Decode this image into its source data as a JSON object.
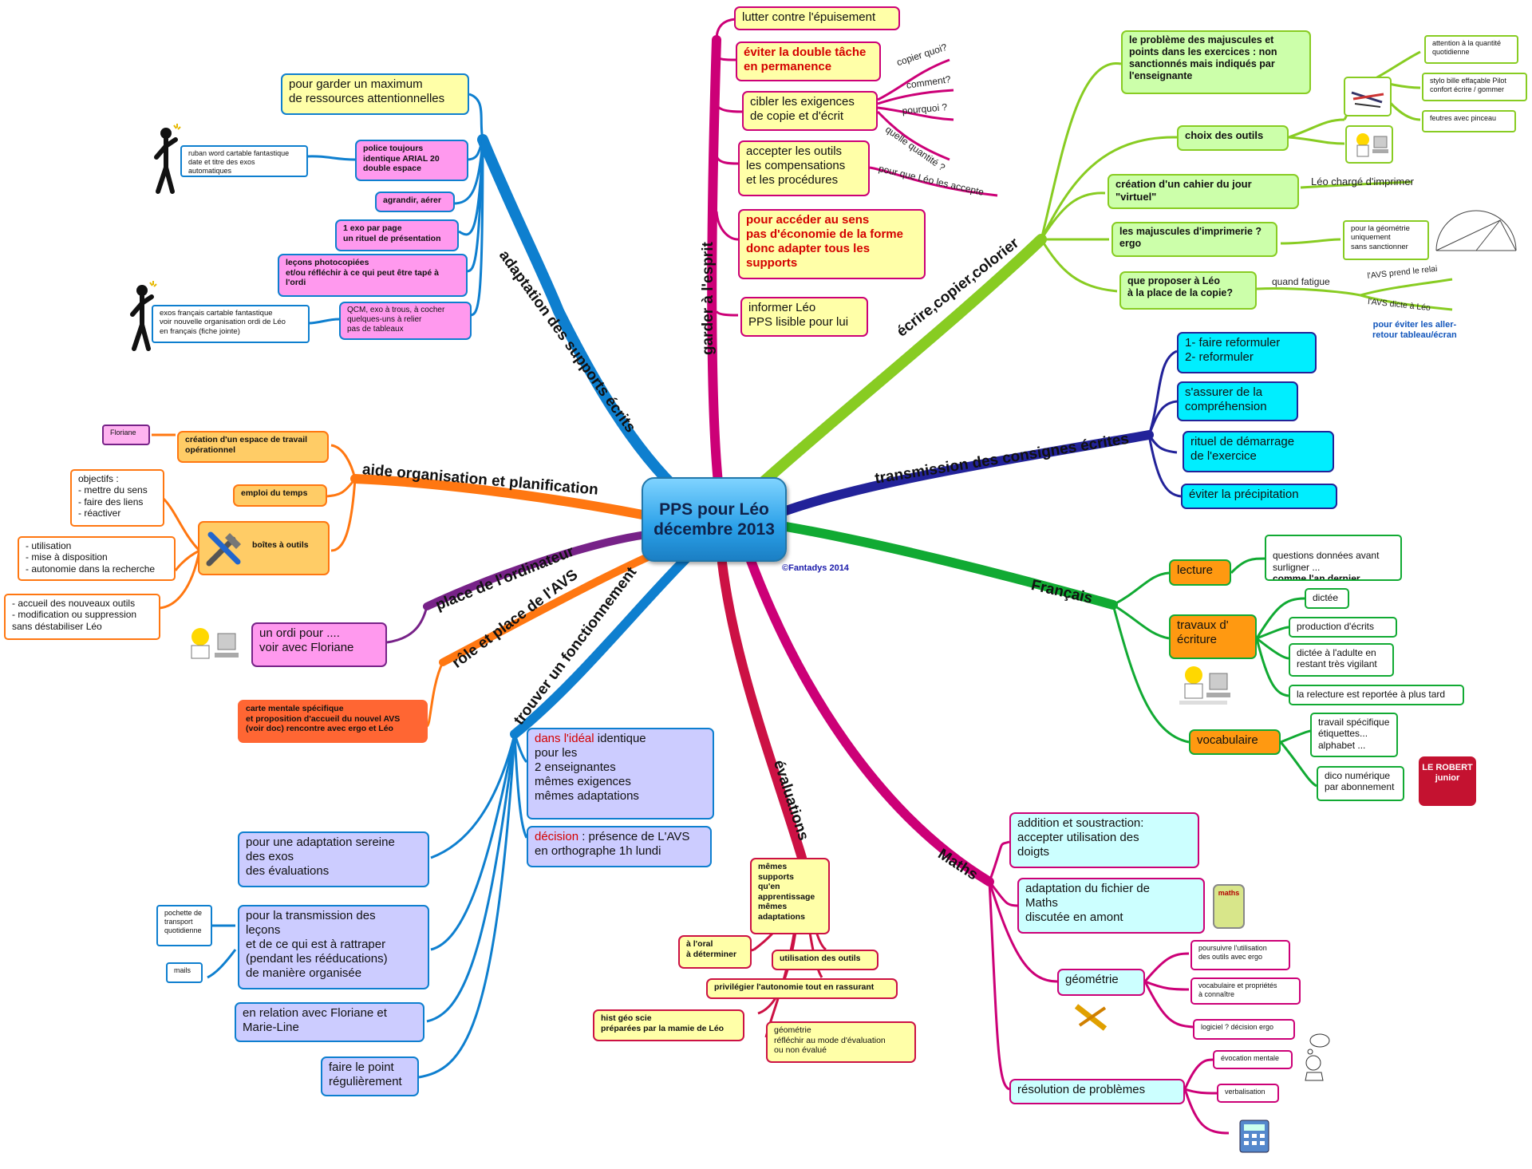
{
  "center": {
    "title": "PPS pour Léo\ndécembre 2013"
  },
  "credit": "©Fantadys 2014",
  "colors": {
    "blue": "#0e7fcf",
    "magenta": "#cc0077",
    "lime": "#88cc22",
    "navy": "#222299",
    "green": "#11aa33",
    "orange": "#ff7711",
    "purple": "#772288",
    "crimson": "#cc1144",
    "orange_dark": "#ee6611"
  },
  "branches": {
    "adaptation": "adaptation des supports écrits",
    "garder": "garder à l'esprit",
    "ecrire": "écrire,copier,colorier",
    "transmission": "transmission des consignes écrites",
    "francais": "Français",
    "maths": "Maths",
    "evaluations": "évaluations",
    "fonctionnement": "trouver un fonctionnement",
    "avs": "rôle et place de l'AVS",
    "ordinateur": "place de l'ordinateur",
    "organisation": "aide organisation et planification"
  },
  "adaptation": {
    "n1": "pour garder un maximum\nde ressources attentionnelles",
    "n2": "police toujours\nidentique ARIAL 20\ndouble espace",
    "n2_note": "ruban word cartable fantastique\ndate et titre des exos automatiques",
    "n3": "agrandir, aérer",
    "n4": "1 exo par page\nun rituel de présentation",
    "n5": "leçons photocopiées\net/ou réfléchir à ce qui peut être tapé à\nl'ordi",
    "n6": "QCM, exo à trous, à cocher\nquelques-uns à relier\npas de tableaux",
    "n6_note": "exos français cartable fantastique\nvoir nouvelle organisation ordi de Léo\nen français (fiche jointe)"
  },
  "garder": {
    "n1": "lutter contre l'épuisement",
    "n2": "éviter la double tâche\nen permanence",
    "n3": "cibler les exigences\nde copie et d'écrit",
    "n3_sub": [
      "copier quoi?",
      "comment?",
      "pourquoi ?",
      "quelle quantité ?"
    ],
    "n4": "accepter les outils\nles compensations\net les procédures",
    "n4_sub": "pour que Léo les accepte",
    "n5": "pour accéder au sens\npas d'économie de la forme\ndonc adapter tous les\nsupports",
    "n6": "informer Léo\nPPS lisible pour lui"
  },
  "ecrire": {
    "n1": "le problème des majuscules et\npoints dans les exercices : non\nsanctionnés mais indiqués par\nl'enseignante",
    "n2": "choix des outils",
    "n2_sub": [
      "attention à la quantité\nquotidienne",
      "stylo bille effaçable Pilot\nconfort écrire / gommer",
      "feutres avec pinceau"
    ],
    "n3": "création d'un cahier du jour\n\"virtuel\"",
    "n3_sub": "Léo chargé d'imprimer",
    "n4": "les majuscules d'imprimerie ?\nergo",
    "n4_sub": "pour la géométrie\nuniquement\nsans sanctionner",
    "n5": "que proposer à Léo\nà la place de la copie?",
    "n5_sub": "quand fatigue",
    "n5_sub1": "l'AVS prend le relai",
    "n5_sub2": "l'AVS dicte à Léo",
    "n5_note": "pour éviter les aller-\nretour tableau/écran"
  },
  "transmission": {
    "n1": "1- faire reformuler\n2- reformuler",
    "n2": "s'assurer de la\ncompréhension",
    "n3": "rituel de démarrage\nde l'exercice",
    "n4": "éviter la précipitation"
  },
  "francais": {
    "lecture": "lecture",
    "lecture_sub": "questions données avant\nsurligner ...",
    "lecture_sub_bold": "comme l'an dernier",
    "travaux": "travaux d'\nécriture",
    "travaux_sub": [
      "dictée",
      "production d'écrits",
      "dictée à l'adulte en\nrestant très vigilant",
      "la relecture est reportée à plus tard"
    ],
    "vocabulaire": "vocabulaire",
    "vocabulaire_sub": [
      "travail spécifique\nétiquettes...\nalphabet ...",
      "dico numérique\npar abonnement"
    ],
    "robert_logo": "LE ROBERT\njunior"
  },
  "maths": {
    "n1": "addition et soustraction:\naccepter utilisation des\ndoigts",
    "n2": "adaptation du fichier de\nMaths\ndiscutée en amont",
    "n2_icon": "maths",
    "n3": "géométrie",
    "n3_sub": [
      "poursuivre l'utilisation\ndes outils avec ergo",
      "vocabulaire et propriétés\nà connaître",
      "logiciel ? décision ergo"
    ],
    "n4": "résolution de problèmes",
    "n4_sub": [
      "évocation mentale",
      "verbalisation"
    ]
  },
  "evaluations": {
    "n1": "mêmes\nsupports\nqu'en\napprentissage\nmêmes\nadaptations",
    "n2": "à l'oral\nà déterminer",
    "n3": "utilisation des outils",
    "n4": "privilégier l'autonomie tout en rassurant",
    "n5": "hist géo scie\npréparées par la mamie de Léo",
    "n6": "géométrie\nréfléchir au mode d'évaluation\nou non évalué"
  },
  "fonctionnement": {
    "n1_red": "dans l'idéal",
    "n1": " identique\npour les\n2 enseignantes\nmêmes exigences\nmêmes adaptations",
    "n2_red": "décision",
    "n2": " : présence de L'AVS\nen orthographe 1h lundi",
    "n3": "pour une adaptation sereine\ndes exos\ndes évaluations",
    "n4": "pour la transmission des\nleçons\net de ce qui est à rattraper\n(pendant les rééducations)\nde manière organisée",
    "n4_sub": [
      "pochette de\ntransport\nquotidienne",
      "mails"
    ],
    "n5": "en relation avec Floriane et\nMarie-Line",
    "n6": "faire le point\nrégulièrement"
  },
  "avs": {
    "n1": "carte mentale spécifique\net proposition d'accueil du nouvel AVS\n(voir doc) rencontre avec ergo et Léo"
  },
  "ordinateur": {
    "n1": "un ordi pour ....\nvoir avec Floriane"
  },
  "organisation": {
    "n1": "création d'un espace de travail\nopérationnel",
    "n1_sub": "Floriane",
    "n2": "emploi du temps",
    "n3": "boîtes à outils",
    "n3_sub": [
      "objectifs :\n- mettre du sens\n- faire des liens\n- réactiver",
      "- utilisation\n- mise à disposition\n- autonomie dans la recherche",
      "- accueil des nouveaux outils\n- modification ou suppression\nsans déstabiliser Léo"
    ]
  }
}
